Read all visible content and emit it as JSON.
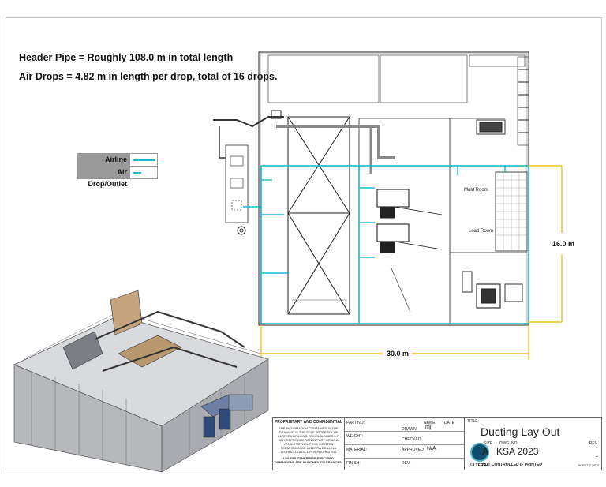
{
  "notes": {
    "header_pipe": "Header Pipe = Roughly 108.0 m in total length",
    "air_drops": "Air Drops = 4.82 m in length per drop, total of 16 drops."
  },
  "legend": [
    {
      "label": "Airline",
      "color": "#1fb6cf"
    },
    {
      "label": "Air Drop/Outlet",
      "color": "#1fb6cf"
    }
  ],
  "dimensions": {
    "height_label": "16.0 m",
    "width_label": "30.0 m",
    "dimension_color": "#f2c11d"
  },
  "rooms": {
    "mold_room": "Mold Room",
    "load_room": "Load Room"
  },
  "title_block": {
    "proprietary_title": "PROPRIETARY AND CONFIDENTIAL",
    "proprietary_text": "THE INFORMATION CONTAINED IN THE DRAWING IS THE SOLE PROPERTY OF ULTERRA DRILLING TECHNOLOGIES L.P. ANY REPRODUCTION IN PART OR AS A WHOLE WITHOUT THE WRITTEN PERMISSION OF ULTERRA DRILLING TECHNOLOGIES, L.P. IS PROHIBITED.",
    "tolerance_title": "UNLESS OTHERWISE SPECIFIED DIMENSIONS ARE IN INCHES TOLERANCES:",
    "part_no_label": "PART NO:",
    "name_label": "NAME",
    "date_label": "DATE",
    "drawn_label": "DRAWN",
    "drawn_value": "mj",
    "weight_label": "WEIGHT:",
    "checked_label": "CHECKED",
    "material_label": "MATERIAL:",
    "approved_label": "APPROVED",
    "approved_value": "N/A",
    "rev_label": "REV:",
    "finish_label": "FINISH:",
    "title_label": "TITLE:",
    "title": "Ducting Lay Out",
    "size_label": "SIZE",
    "size": "A",
    "dwg_label": "DWG. NO.",
    "dwg_no": "KSA 2023",
    "rev_col_label": "REV.",
    "rev_value": "-",
    "not_controlled": "NOT CONTROLLED IF PRINTED",
    "sheet": "SHEET 2 OF 3",
    "company": "ULTERRA"
  }
}
